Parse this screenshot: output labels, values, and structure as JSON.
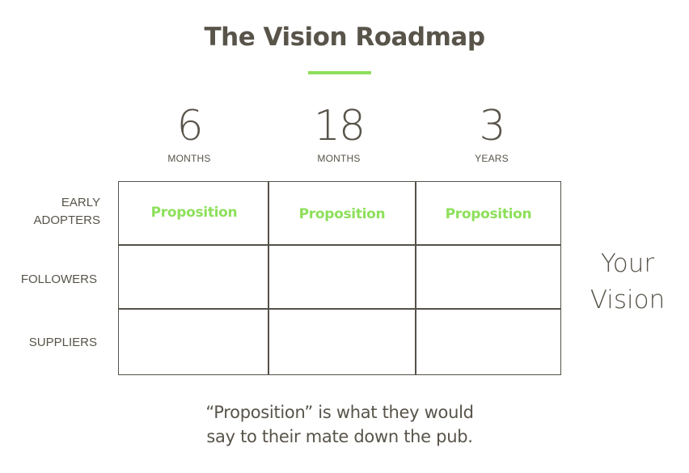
{
  "header": {
    "title": "The Vision Roadmap",
    "accent_color": "#8de05a"
  },
  "columns": [
    {
      "number": "6",
      "unit": "MONTHS"
    },
    {
      "number": "18",
      "unit": "MONTHS"
    },
    {
      "number": "3",
      "unit": "YEARS"
    }
  ],
  "rows": [
    {
      "label_line1": "EARLY",
      "label_line2": "ADOPTERS",
      "cells": [
        "Proposition",
        "Proposition",
        "Proposition"
      ]
    },
    {
      "label": "FOLLOWERS",
      "cells": [
        "",
        "",
        ""
      ]
    },
    {
      "label": "SUPPLIERS",
      "cells": [
        "",
        "",
        ""
      ]
    }
  ],
  "vision": {
    "line1": "Your",
    "line2": "Vision"
  },
  "caption": {
    "line1": "“Proposition” is what they would",
    "line2": "say to their mate down the pub."
  },
  "colors": {
    "text": "#58544a",
    "grid_line": "#55514a",
    "accent": "#8de05a"
  }
}
